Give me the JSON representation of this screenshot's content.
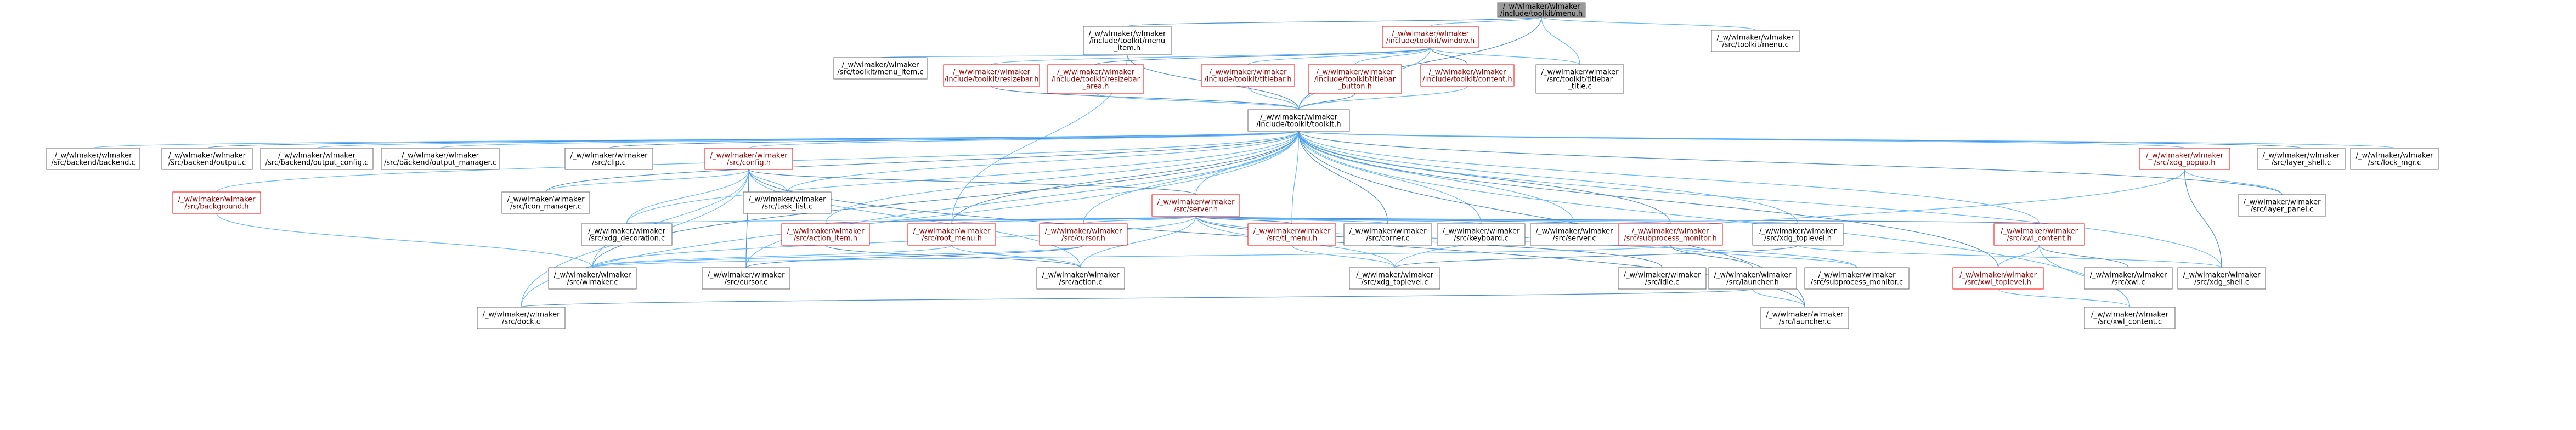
{
  "diagram": {
    "nodes": [
      {
        "id": "root",
        "lines": [
          "/_w/wlmaker/wlmaker",
          "/include/toolkit/menu.h"
        ],
        "kind": "root"
      },
      {
        "id": "menuitem_h",
        "lines": [
          "/_w/wlmaker/wlmaker",
          "/include/toolkit/menu",
          "_item.h"
        ],
        "kind": "normal"
      },
      {
        "id": "window_h",
        "lines": [
          "/_w/wlmaker/wlmaker",
          "/include/toolkit/window.h"
        ],
        "kind": "hl"
      },
      {
        "id": "menu_c",
        "lines": [
          "/_w/wlmaker/wlmaker",
          "/src/toolkit/menu.c"
        ],
        "kind": "normal"
      },
      {
        "id": "menuitem_c",
        "lines": [
          "/_w/wlmaker/wlmaker",
          "/src/toolkit/menu_item.c"
        ],
        "kind": "normal"
      },
      {
        "id": "resizebar_h",
        "lines": [
          "/_w/wlmaker/wlmaker",
          "/include/toolkit/resizebar.h"
        ],
        "kind": "hl"
      },
      {
        "id": "resizebar_area_h",
        "lines": [
          "/_w/wlmaker/wlmaker",
          "/include/toolkit/resizebar",
          "_area.h"
        ],
        "kind": "hl"
      },
      {
        "id": "titlebar_h",
        "lines": [
          "/_w/wlmaker/wlmaker",
          "/include/toolkit/titlebar.h"
        ],
        "kind": "hl"
      },
      {
        "id": "titlebar_button_h",
        "lines": [
          "/_w/wlmaker/wlmaker",
          "/include/toolkit/titlebar",
          "_button.h"
        ],
        "kind": "hl"
      },
      {
        "id": "content_h",
        "lines": [
          "/_w/wlmaker/wlmaker",
          "/include/toolkit/content.h"
        ],
        "kind": "hl"
      },
      {
        "id": "titlebar_title_c",
        "lines": [
          "/_w/wlmaker/wlmaker",
          "/src/toolkit/titlebar",
          "_title.c"
        ],
        "kind": "normal"
      },
      {
        "id": "toolkit_h",
        "lines": [
          "/_w/wlmaker/wlmaker",
          "/include/toolkit/toolkit.h"
        ],
        "kind": "normal"
      },
      {
        "id": "backend_c",
        "lines": [
          "/_w/wlmaker/wlmaker",
          "/src/backend/backend.c"
        ],
        "kind": "normal"
      },
      {
        "id": "output_c",
        "lines": [
          "/_w/wlmaker/wlmaker",
          "/src/backend/output.c"
        ],
        "kind": "normal"
      },
      {
        "id": "output_config_c",
        "lines": [
          "/_w/wlmaker/wlmaker",
          "/src/backend/output_config.c"
        ],
        "kind": "normal"
      },
      {
        "id": "output_manager_c",
        "lines": [
          "/_w/wlmaker/wlmaker",
          "/src/backend/output_manager.c"
        ],
        "kind": "normal"
      },
      {
        "id": "clip_c",
        "lines": [
          "/_w/wlmaker/wlmaker",
          "/src/clip.c"
        ],
        "kind": "normal"
      },
      {
        "id": "config_h",
        "lines": [
          "/_w/wlmaker/wlmaker",
          "/src/config.h"
        ],
        "kind": "hl"
      },
      {
        "id": "xdg_popup_h",
        "lines": [
          "/_w/wlmaker/wlmaker",
          "/src/xdg_popup.h"
        ],
        "kind": "hl"
      },
      {
        "id": "layer_shell_c",
        "lines": [
          "/_w/wlmaker/wlmaker",
          "/src/layer_shell.c"
        ],
        "kind": "normal"
      },
      {
        "id": "lock_mgr_c",
        "lines": [
          "/_w/wlmaker/wlmaker",
          "/src/lock_mgr.c"
        ],
        "kind": "normal"
      },
      {
        "id": "background_h",
        "lines": [
          "/_w/wlmaker/wlmaker",
          "/src/background.h"
        ],
        "kind": "hl"
      },
      {
        "id": "icon_manager_c",
        "lines": [
          "/_w/wlmaker/wlmaker",
          "/src/icon_manager.c"
        ],
        "kind": "normal"
      },
      {
        "id": "task_list_c",
        "lines": [
          "/_w/wlmaker/wlmaker",
          "/src/task_list.c"
        ],
        "kind": "normal"
      },
      {
        "id": "server_h",
        "lines": [
          "/_w/wlmaker/wlmaker",
          "/src/server.h"
        ],
        "kind": "hl"
      },
      {
        "id": "layer_panel_c",
        "lines": [
          "/_w/wlmaker/wlmaker",
          "/src/layer_panel.c"
        ],
        "kind": "normal"
      },
      {
        "id": "xdg_decoration_c",
        "lines": [
          "/_w/wlmaker/wlmaker",
          "/src/xdg_decoration.c"
        ],
        "kind": "normal"
      },
      {
        "id": "action_item_h",
        "lines": [
          "/_w/wlmaker/wlmaker",
          "/src/action_item.h"
        ],
        "kind": "hl"
      },
      {
        "id": "root_menu_h",
        "lines": [
          "/_w/wlmaker/wlmaker",
          "/src/root_menu.h"
        ],
        "kind": "hl"
      },
      {
        "id": "cursor_h",
        "lines": [
          "/_w/wlmaker/wlmaker",
          "/src/cursor.h"
        ],
        "kind": "hl"
      },
      {
        "id": "tl_menu_h",
        "lines": [
          "/_w/wlmaker/wlmaker",
          "/src/tl_menu.h"
        ],
        "kind": "hl"
      },
      {
        "id": "corner_c",
        "lines": [
          "/_w/wlmaker/wlmaker",
          "/src/corner.c"
        ],
        "kind": "normal"
      },
      {
        "id": "keyboard_c",
        "lines": [
          "/_w/wlmaker/wlmaker",
          "/src/keyboard.c"
        ],
        "kind": "normal"
      },
      {
        "id": "server_c",
        "lines": [
          "/_w/wlmaker/wlmaker",
          "/src/server.c"
        ],
        "kind": "normal"
      },
      {
        "id": "subprocess_monitor_h",
        "lines": [
          "/_w/wlmaker/wlmaker",
          "/src/subprocess_monitor.h"
        ],
        "kind": "hl"
      },
      {
        "id": "xdg_toplevel_h",
        "lines": [
          "/_w/wlmaker/wlmaker",
          "/src/xdg_toplevel.h"
        ],
        "kind": "normal"
      },
      {
        "id": "xwl_content_h",
        "lines": [
          "/_w/wlmaker/wlmaker",
          "/src/xwl_content.h"
        ],
        "kind": "hl"
      },
      {
        "id": "wlmaker_c",
        "lines": [
          "/_w/wlmaker/wlmaker",
          "/src/wlmaker.c"
        ],
        "kind": "normal"
      },
      {
        "id": "cursor_c",
        "lines": [
          "/_w/wlmaker/wlmaker",
          "/src/cursor.c"
        ],
        "kind": "normal"
      },
      {
        "id": "action_c",
        "lines": [
          "/_w/wlmaker/wlmaker",
          "/src/action.c"
        ],
        "kind": "normal"
      },
      {
        "id": "xdg_toplevel_c",
        "lines": [
          "/_w/wlmaker/wlmaker",
          "/src/xdg_toplevel.c"
        ],
        "kind": "normal"
      },
      {
        "id": "idle_c",
        "lines": [
          "/_w/wlmaker/wlmaker",
          "/src/idle.c"
        ],
        "kind": "normal"
      },
      {
        "id": "launcher_h",
        "lines": [
          "/_w/wlmaker/wlmaker",
          "/src/launcher.h"
        ],
        "kind": "normal"
      },
      {
        "id": "subprocess_monitor_c",
        "lines": [
          "/_w/wlmaker/wlmaker",
          "/src/subprocess_monitor.c"
        ],
        "kind": "normal"
      },
      {
        "id": "xwl_toplevel_h",
        "lines": [
          "/_w/wlmaker/wlmaker",
          "/src/xwl_toplevel.h"
        ],
        "kind": "hl"
      },
      {
        "id": "xwl_c",
        "lines": [
          "/_w/wlmaker/wlmaker",
          "/src/xwl.c"
        ],
        "kind": "normal"
      },
      {
        "id": "xdg_shell_c",
        "lines": [
          "/_w/wlmaker/wlmaker",
          "/src/xdg_shell.c"
        ],
        "kind": "normal"
      },
      {
        "id": "dock_c",
        "lines": [
          "/_w/wlmaker/wlmaker",
          "/src/dock.c"
        ],
        "kind": "normal"
      },
      {
        "id": "launcher_c",
        "lines": [
          "/_w/wlmaker/wlmaker",
          "/src/launcher.c"
        ],
        "kind": "normal"
      },
      {
        "id": "xwl_content_c",
        "lines": [
          "/_w/wlmaker/wlmaker",
          "/src/xwl_content.c"
        ],
        "kind": "normal"
      }
    ],
    "edges": [
      [
        "root",
        "menuitem_h"
      ],
      [
        "root",
        "window_h"
      ],
      [
        "root",
        "menu_c"
      ],
      [
        "root",
        "toolkit_h"
      ],
      [
        "root",
        "titlebar_title_c"
      ],
      [
        "menuitem_h",
        "menuitem_c"
      ],
      [
        "menuitem_h",
        "toolkit_h"
      ],
      [
        "menuitem_h",
        "root_menu_h"
      ],
      [
        "window_h",
        "resizebar_h"
      ],
      [
        "window_h",
        "resizebar_area_h"
      ],
      [
        "window_h",
        "titlebar_h"
      ],
      [
        "window_h",
        "titlebar_button_h"
      ],
      [
        "window_h",
        "content_h"
      ],
      [
        "window_h",
        "titlebar_title_c"
      ],
      [
        "window_h",
        "toolkit_h"
      ],
      [
        "resizebar_h",
        "toolkit_h"
      ],
      [
        "resizebar_area_h",
        "toolkit_h"
      ],
      [
        "titlebar_h",
        "toolkit_h"
      ],
      [
        "titlebar_button_h",
        "toolkit_h"
      ],
      [
        "content_h",
        "toolkit_h"
      ],
      [
        "toolkit_h",
        "backend_c"
      ],
      [
        "toolkit_h",
        "output_c"
      ],
      [
        "toolkit_h",
        "output_config_c"
      ],
      [
        "toolkit_h",
        "output_manager_c"
      ],
      [
        "toolkit_h",
        "clip_c"
      ],
      [
        "toolkit_h",
        "config_h"
      ],
      [
        "toolkit_h",
        "xdg_popup_h"
      ],
      [
        "toolkit_h",
        "layer_shell_c"
      ],
      [
        "toolkit_h",
        "lock_mgr_c"
      ],
      [
        "toolkit_h",
        "background_h"
      ],
      [
        "toolkit_h",
        "icon_manager_c"
      ],
      [
        "toolkit_h",
        "task_list_c"
      ],
      [
        "toolkit_h",
        "server_h"
      ],
      [
        "toolkit_h",
        "layer_panel_c"
      ],
      [
        "toolkit_h",
        "xdg_decoration_c"
      ],
      [
        "toolkit_h",
        "action_item_h"
      ],
      [
        "toolkit_h",
        "root_menu_h"
      ],
      [
        "toolkit_h",
        "cursor_h"
      ],
      [
        "toolkit_h",
        "tl_menu_h"
      ],
      [
        "toolkit_h",
        "corner_c"
      ],
      [
        "toolkit_h",
        "keyboard_c"
      ],
      [
        "toolkit_h",
        "server_c"
      ],
      [
        "toolkit_h",
        "subprocess_monitor_h"
      ],
      [
        "toolkit_h",
        "xdg_toplevel_h"
      ],
      [
        "toolkit_h",
        "xwl_content_h"
      ],
      [
        "toolkit_h",
        "wlmaker_c"
      ],
      [
        "toolkit_h",
        "cursor_c"
      ],
      [
        "toolkit_h",
        "dock_c"
      ],
      [
        "toolkit_h",
        "launcher_c"
      ],
      [
        "toolkit_h",
        "xwl_content_c"
      ],
      [
        "toolkit_h",
        "xdg_shell_c"
      ],
      [
        "toolkit_h",
        "xwl_toplevel_h"
      ],
      [
        "config_h",
        "icon_manager_c"
      ],
      [
        "config_h",
        "task_list_c"
      ],
      [
        "config_h",
        "server_h"
      ],
      [
        "config_h",
        "xdg_decoration_c"
      ],
      [
        "config_h",
        "wlmaker_c"
      ],
      [
        "config_h",
        "cursor_c"
      ],
      [
        "config_h",
        "action_c"
      ],
      [
        "config_h",
        "dock_c"
      ],
      [
        "config_h",
        "launcher_c"
      ],
      [
        "background_h",
        "wlmaker_c"
      ],
      [
        "server_h",
        "xdg_decoration_c"
      ],
      [
        "server_h",
        "action_item_h"
      ],
      [
        "server_h",
        "root_menu_h"
      ],
      [
        "server_h",
        "cursor_h"
      ],
      [
        "server_h",
        "tl_menu_h"
      ],
      [
        "server_h",
        "corner_c"
      ],
      [
        "server_h",
        "keyboard_c"
      ],
      [
        "server_h",
        "server_c"
      ],
      [
        "server_h",
        "subprocess_monitor_h"
      ],
      [
        "server_h",
        "xdg_toplevel_h"
      ],
      [
        "server_h",
        "xwl_content_h"
      ],
      [
        "server_h",
        "action_c"
      ],
      [
        "server_h",
        "xdg_toplevel_c"
      ],
      [
        "server_h",
        "idle_c"
      ],
      [
        "server_h",
        "wlmaker_c"
      ],
      [
        "server_h",
        "subprocess_monitor_c"
      ],
      [
        "action_item_h",
        "action_c"
      ],
      [
        "root_menu_h",
        "wlmaker_c"
      ],
      [
        "root_menu_h",
        "action_c"
      ],
      [
        "cursor_h",
        "cursor_c"
      ],
      [
        "cursor_h",
        "wlmaker_c"
      ],
      [
        "tl_menu_h",
        "xdg_toplevel_c"
      ],
      [
        "subprocess_monitor_h",
        "launcher_h"
      ],
      [
        "subprocess_monitor_h",
        "subprocess_monitor_c"
      ],
      [
        "subprocess_monitor_h",
        "wlmaker_c"
      ],
      [
        "xdg_toplevel_h",
        "xdg_toplevel_c"
      ],
      [
        "xdg_toplevel_h",
        "xdg_shell_c"
      ],
      [
        "xwl_content_h",
        "xwl_toplevel_h"
      ],
      [
        "xwl_content_h",
        "xwl_c"
      ],
      [
        "xwl_content_h",
        "xwl_content_c"
      ],
      [
        "xwl_toplevel_h",
        "xwl_content_c"
      ],
      [
        "launcher_h",
        "dock_c"
      ],
      [
        "launcher_h",
        "launcher_c"
      ],
      [
        "xdg_popup_h",
        "layer_panel_c"
      ],
      [
        "xdg_popup_h",
        "xdg_shell_c"
      ],
      [
        "xdg_popup_h",
        "xdg_toplevel_c"
      ]
    ]
  }
}
